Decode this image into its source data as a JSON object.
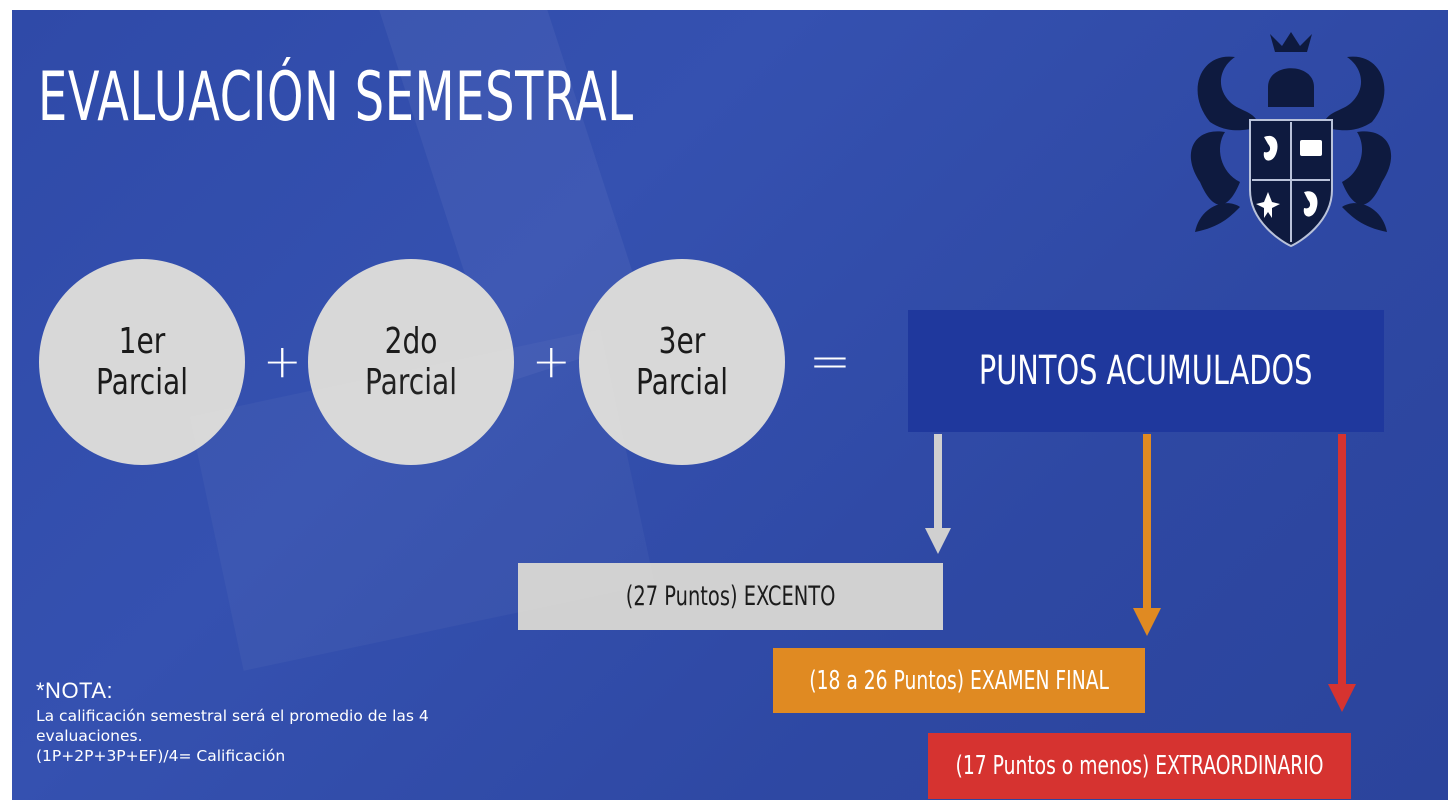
{
  "title": "EVALUACIÓN SEMESTRAL",
  "logo": {
    "icon": "crest-shield-icon"
  },
  "terms": [
    {
      "label": "1er\nParcial"
    },
    {
      "label": "2do\nParcial"
    },
    {
      "label": "3er\nParcial"
    }
  ],
  "operators": {
    "plus": "+",
    "equals": "="
  },
  "result": {
    "label": "PUNTOS ACUMULADOS",
    "color": "#1f389d"
  },
  "outcomes": [
    {
      "label": "(27 Puntos) EXCENTO",
      "color": "#d1d1d1",
      "arrow_color": "#d0d0d0"
    },
    {
      "label": "(18 a 26 Puntos) EXAMEN FINAL",
      "color": "#e08a22",
      "arrow_color": "#e08a22"
    },
    {
      "label": "(17 Puntos o menos) EXTRAORDINARIO",
      "color": "#d63330",
      "arrow_color": "#d63330"
    }
  ],
  "note": {
    "title": "*NOTA:",
    "line1": "La calificación semestral será el promedio de las 4",
    "line2": "evaluaciones.",
    "line3": "(1P+2P+3P+EF)/4= Calificación"
  }
}
